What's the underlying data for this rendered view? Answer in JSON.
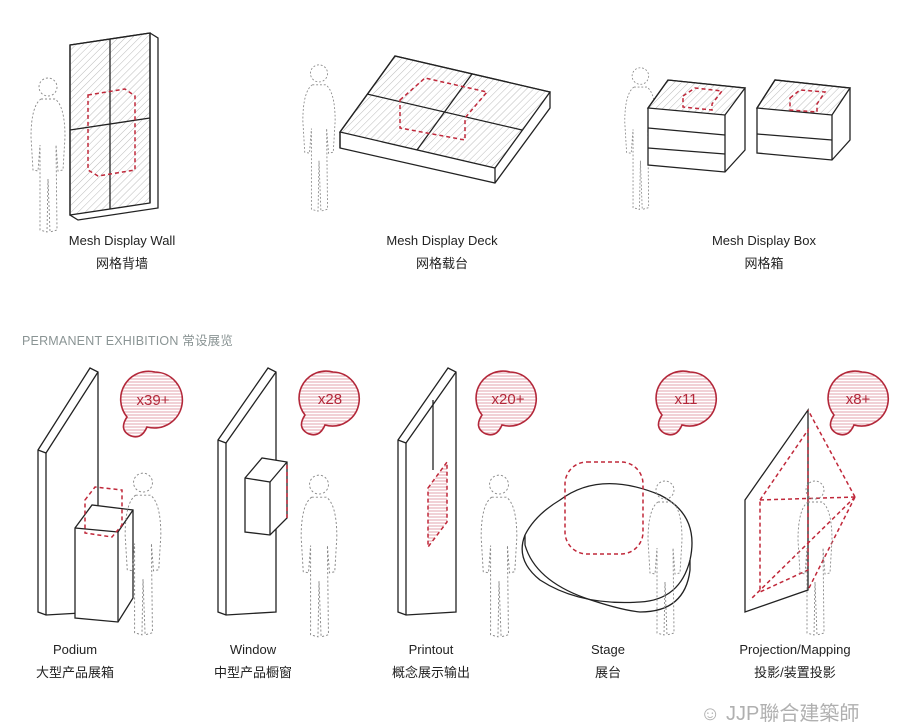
{
  "mesh_items": [
    {
      "en": "Mesh Display Wall",
      "cn": "网格背墙"
    },
    {
      "en": "Mesh Display Deck",
      "cn": "网格载台"
    },
    {
      "en": "Mesh Display Box",
      "cn": "网格箱"
    }
  ],
  "section_title": "PERMANENT EXHIBITION 常设展览",
  "permanent_items": [
    {
      "en": "Podium",
      "cn": "大型产品展箱",
      "count": "x39+"
    },
    {
      "en": "Window",
      "cn": "中型产品橱窗",
      "count": "x28"
    },
    {
      "en": "Printout",
      "cn": "概念展示输出",
      "count": "x20+"
    },
    {
      "en": "Stage",
      "cn": "展台",
      "count": "x11"
    },
    {
      "en": "Projection/Mapping",
      "cn": "投影/装置投影",
      "count": "x8+"
    }
  ],
  "watermark": "JJP聯合建築師",
  "colors": {
    "accent": "#b3283a",
    "line": "#222222",
    "section": "#8a9494"
  }
}
